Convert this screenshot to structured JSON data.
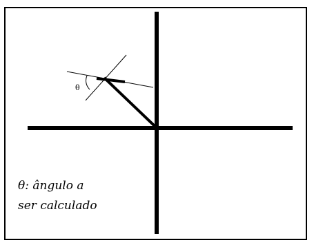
{
  "diagram": {
    "angle_symbol": "θ",
    "caption_line_1": "θ: ângulo a",
    "caption_line_2": "ser calculado",
    "colors": {
      "ink": "#000000",
      "background": "#ffffff"
    }
  }
}
